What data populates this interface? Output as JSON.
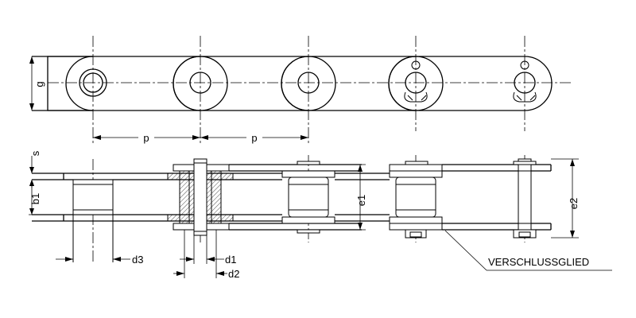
{
  "labels": {
    "g": "g",
    "p_left": "p",
    "p_right": "p",
    "s": "s",
    "b1": "b1",
    "e1": "e1",
    "e2": "e2",
    "d1": "d1",
    "d2": "d2",
    "d3": "d3",
    "connecting_link": "VERSCHLUSSGLIED"
  }
}
